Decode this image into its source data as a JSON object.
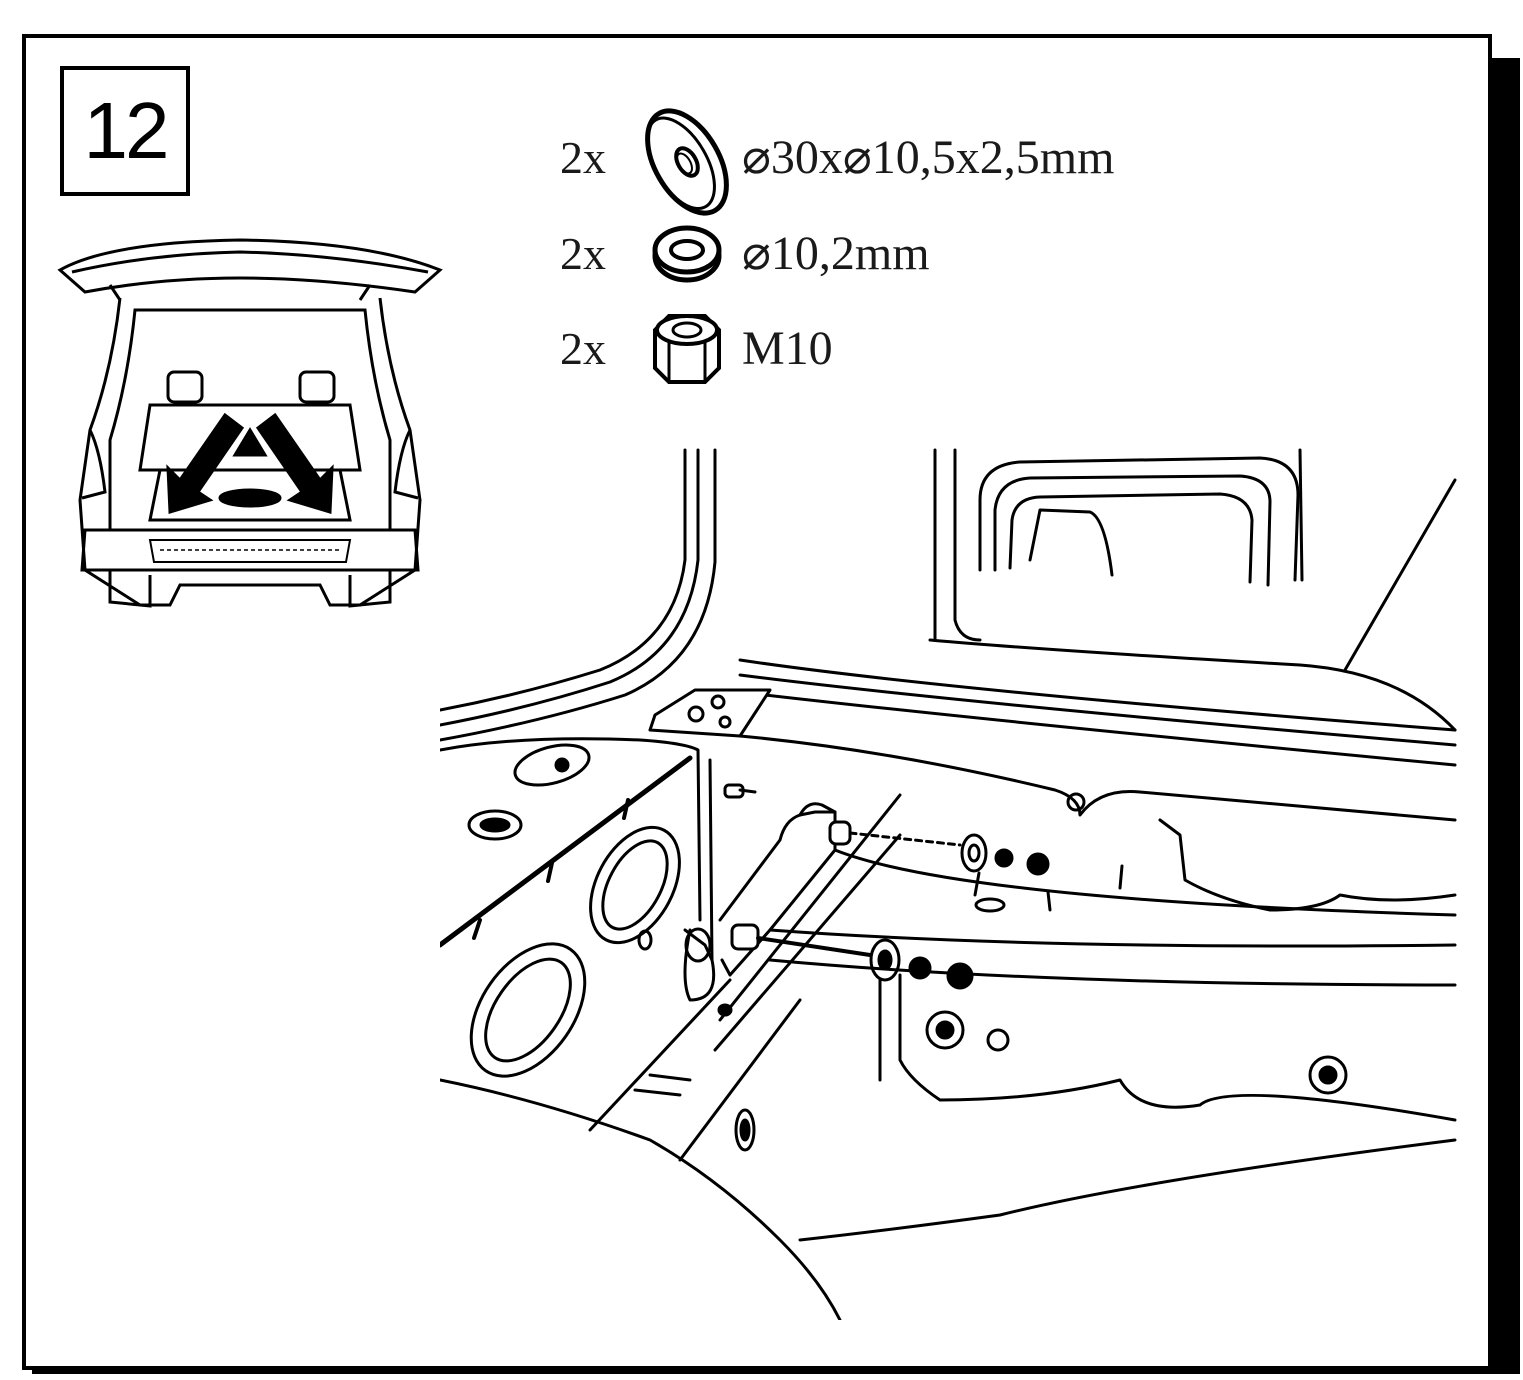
{
  "step": {
    "number": "12"
  },
  "parts": [
    {
      "quantity": "2x",
      "icon": "large-washer-icon",
      "spec": "⌀30x⌀10,5x2,5mm"
    },
    {
      "quantity": "2x",
      "icon": "spring-washer-icon",
      "spec": "⌀10,2mm"
    },
    {
      "quantity": "2x",
      "icon": "hex-nut-icon",
      "spec": "M10"
    }
  ],
  "overview": {
    "icon": "car-rear-open-trunk-icon"
  },
  "detail": {
    "icon": "bolt-assembly-detail-icon"
  },
  "colors": {
    "line": "#000000",
    "background": "#ffffff"
  }
}
